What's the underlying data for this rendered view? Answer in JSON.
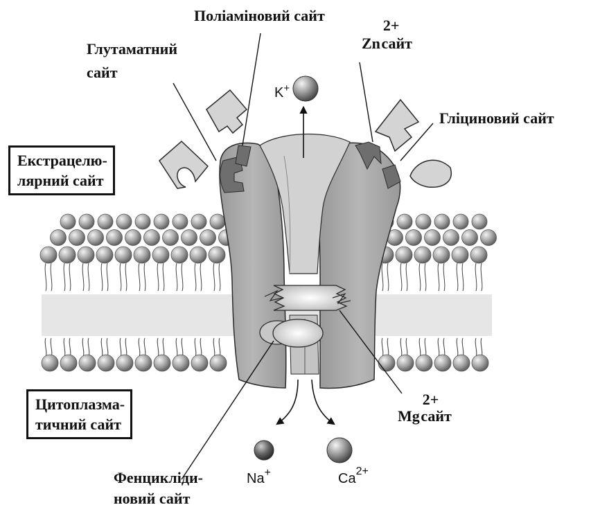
{
  "labels": {
    "polyamine_site": "Поліаміновий сайт",
    "glutamate_site_line1": "Глутаматний",
    "glutamate_site_line2": "сайт",
    "zinc_site_symbol": "Zn",
    "zinc_site_charge": "2+",
    "zinc_site_word": "сайт",
    "glycine_site": "Гліциновий сайт",
    "extracellular_line1": "Екстрацелю-",
    "extracellular_line2": "лярний сайт",
    "cytoplasmic_line1": "Цитоплазма-",
    "cytoplasmic_line2": "тичний сайт",
    "magnesium_site_symbol": "Mg",
    "magnesium_site_charge": "2+",
    "magnesium_site_word": "сайт",
    "phencyclidine_line1": "Фенцикліди-",
    "phencyclidine_line2": "новий сайт"
  },
  "ions": {
    "potassium": {
      "symbol": "K",
      "charge": "+"
    },
    "sodium": {
      "symbol": "Na",
      "charge": "+"
    },
    "calcium": {
      "symbol": "Ca",
      "charge": "2+"
    }
  },
  "colors": {
    "membrane_band": "#e6e6e6",
    "lipid_head": "#9a9a9a",
    "receptor_body": "#a8a8a8",
    "channel_lumen": "#d2d2d2",
    "binding_pocket": "#6e6e6e",
    "ligand": "#d4d4d4",
    "outline": "#2a2a2a"
  }
}
